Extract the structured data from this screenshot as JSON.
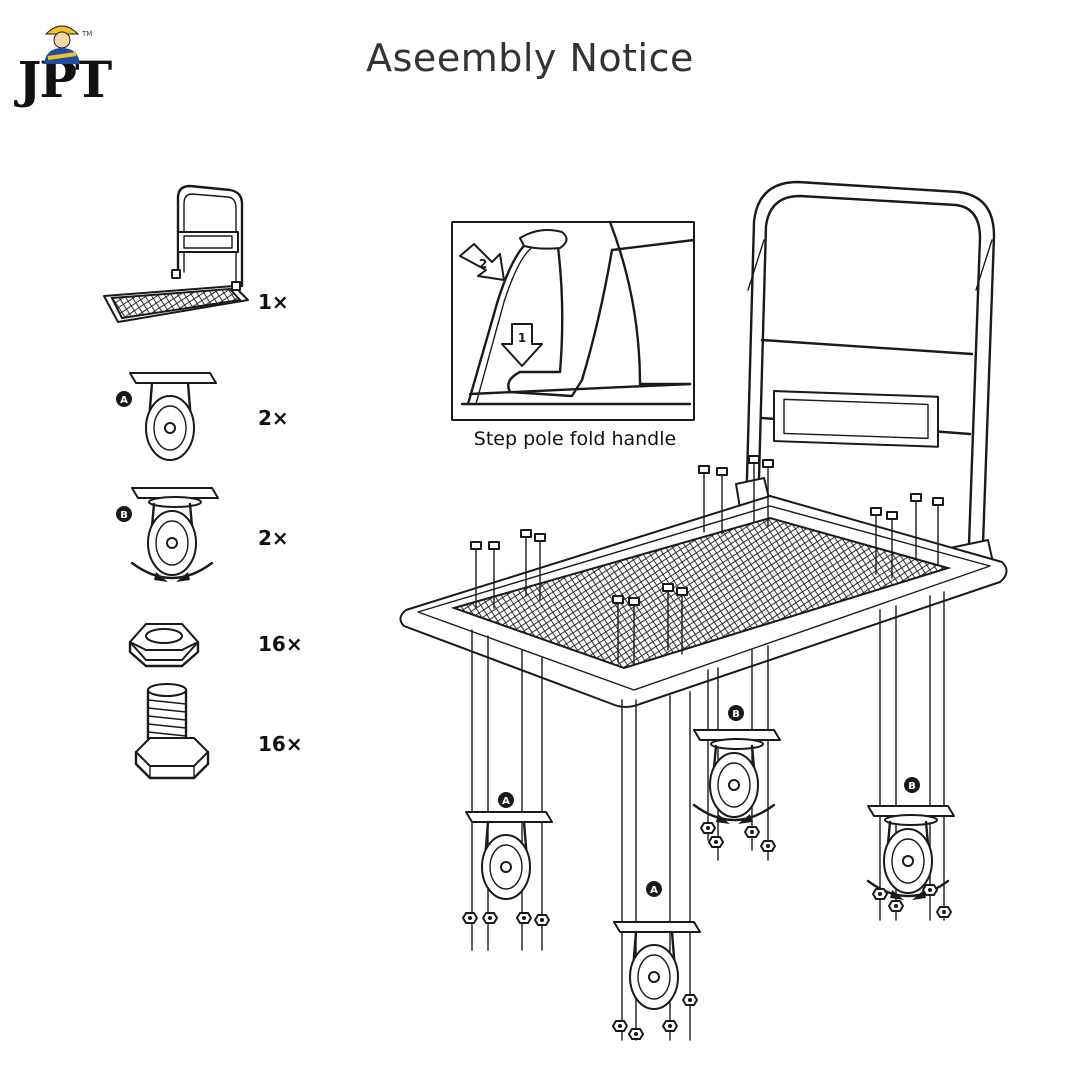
{
  "header": {
    "title": "Aseembly Notice",
    "logo_text": "JPT",
    "logo_tm": "TM"
  },
  "parts": [
    {
      "name": "trolley",
      "quantity": "1×"
    },
    {
      "name": "fixed-caster-a",
      "label": "A",
      "quantity": "2×"
    },
    {
      "name": "swivel-caster-b",
      "label": "B",
      "quantity": "2×"
    },
    {
      "name": "hex-nut",
      "quantity": "16×"
    },
    {
      "name": "hex-bolt",
      "quantity": "16×"
    }
  ],
  "inset": {
    "caption": "Step pole fold handle",
    "step_1": "1",
    "step_2": "2"
  },
  "assembly": {
    "caster_labels": [
      "A",
      "B",
      "A",
      "B"
    ]
  },
  "colors": {
    "ink": "#1a1a1a",
    "logo_blue": "#1f4e9c",
    "logo_yellow": "#f2c12e"
  }
}
